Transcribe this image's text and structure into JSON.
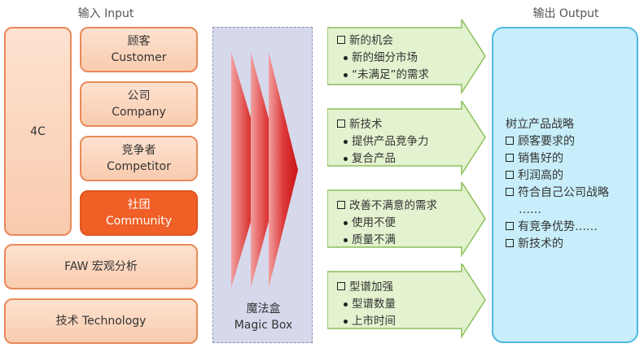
{
  "headers": {
    "input": "输入 Input",
    "output": "输出 Output"
  },
  "input": {
    "fourc_label": "4C",
    "customer": [
      "顾客",
      "Customer"
    ],
    "company": [
      "公司",
      "Company"
    ],
    "competitor": [
      "竞争者",
      "Competitor"
    ],
    "community": [
      "社团",
      "Community"
    ],
    "faw": "FAW 宏观分析",
    "tech": "技术 Technology"
  },
  "magic": {
    "line1": "魔法盒",
    "line2": "Magic Box"
  },
  "arrows": [
    {
      "title": "新的机会",
      "items": [
        "新的细分市场",
        "“未满足”的需求"
      ]
    },
    {
      "title": "新技术",
      "items": [
        "提供产品竞争力",
        "复合产品"
      ]
    },
    {
      "title": "改善不满意的需求",
      "items": [
        "使用不便",
        "质量不满"
      ]
    },
    {
      "title": "型谱加强",
      "items": [
        "型谱数量",
        "上市时间"
      ]
    }
  ],
  "output": {
    "heading": "树立产品战略",
    "items": [
      "顾客要求的",
      "销售好的",
      "利润高的",
      "符合自己公司战略",
      "有竞争优势……",
      "新技术的"
    ],
    "ellipsis": "……"
  },
  "colors": {
    "peach": "#fbd5bd",
    "orange": "#ef5f26",
    "green": "#e3f2cf",
    "blue": "#c7eefa",
    "magic_bg": "#d6d9ec",
    "spike": "#d41f1f"
  }
}
